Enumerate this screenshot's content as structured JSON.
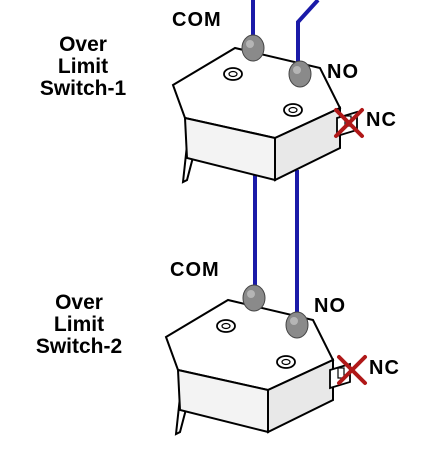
{
  "diagram": {
    "colors": {
      "wire": "#1a1aa8",
      "nc_cross": "#b01818",
      "outline": "#000000",
      "terminal": "#8a8a8a"
    },
    "switches": [
      {
        "title_lines": [
          "Over",
          "Limit",
          "Switch-1"
        ],
        "terminals": {
          "com": "COM",
          "no": "NO",
          "nc": "NC"
        },
        "nc_state": "crossed-out"
      },
      {
        "title_lines": [
          "Over",
          "Limit",
          "Switch-2"
        ],
        "terminals": {
          "com": "COM",
          "no": "NO",
          "nc": "NC"
        },
        "nc_state": "crossed-out"
      }
    ]
  }
}
